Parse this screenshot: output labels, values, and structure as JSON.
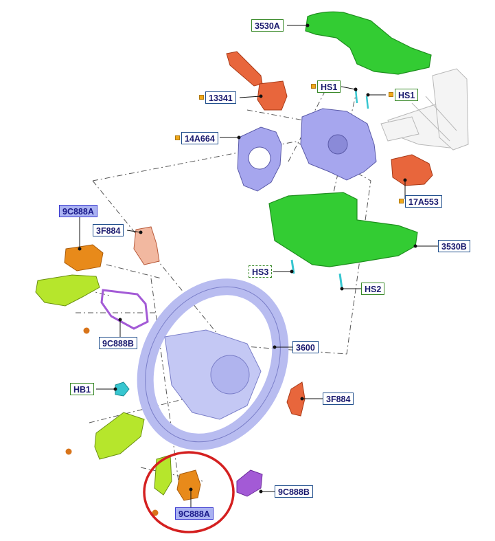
{
  "callouts": {
    "c3530A": "3530A",
    "c13341": "13341",
    "cHS1a": "HS1",
    "cHS1b": "HS1",
    "c14A664": "14A664",
    "c17A553": "17A553",
    "c9C888A_top": "9C888A",
    "c3F884_top": "3F884",
    "c3530B": "3530B",
    "cHS3": "HS3",
    "cHS2": "HS2",
    "c9C888B_left": "9C888B",
    "c3600": "3600",
    "cHB1": "HB1",
    "c3F884_right": "3F884",
    "c9C888B_bottom": "9C888B",
    "c9C888A_bottom": "9C888A"
  },
  "colors": {
    "shroud_green": "#33cc33",
    "switch_orange": "#e8663c",
    "clockspring_lavender": "#a6a6ee",
    "wheel_lavender": "#b8bcf0",
    "switch_amber": "#e88a1a",
    "bezel_lime": "#b6e62c",
    "bracket_purple": "#a35ad6",
    "highlight_circle": "#d42020",
    "fastener_cyan": "#37c6d0"
  }
}
